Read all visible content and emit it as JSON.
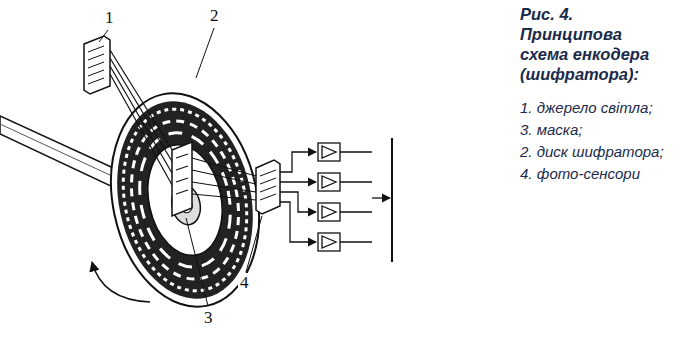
{
  "diagram": {
    "caption": "Рис. 4. Принципова схема енкодера (шифратора):",
    "labels": [
      "1",
      "2",
      "3",
      "4",
      "1. джерело світла;",
      "3. маска;",
      "2. диск шифратора;",
      "4. фото-сенсори"
    ]
  }
}
